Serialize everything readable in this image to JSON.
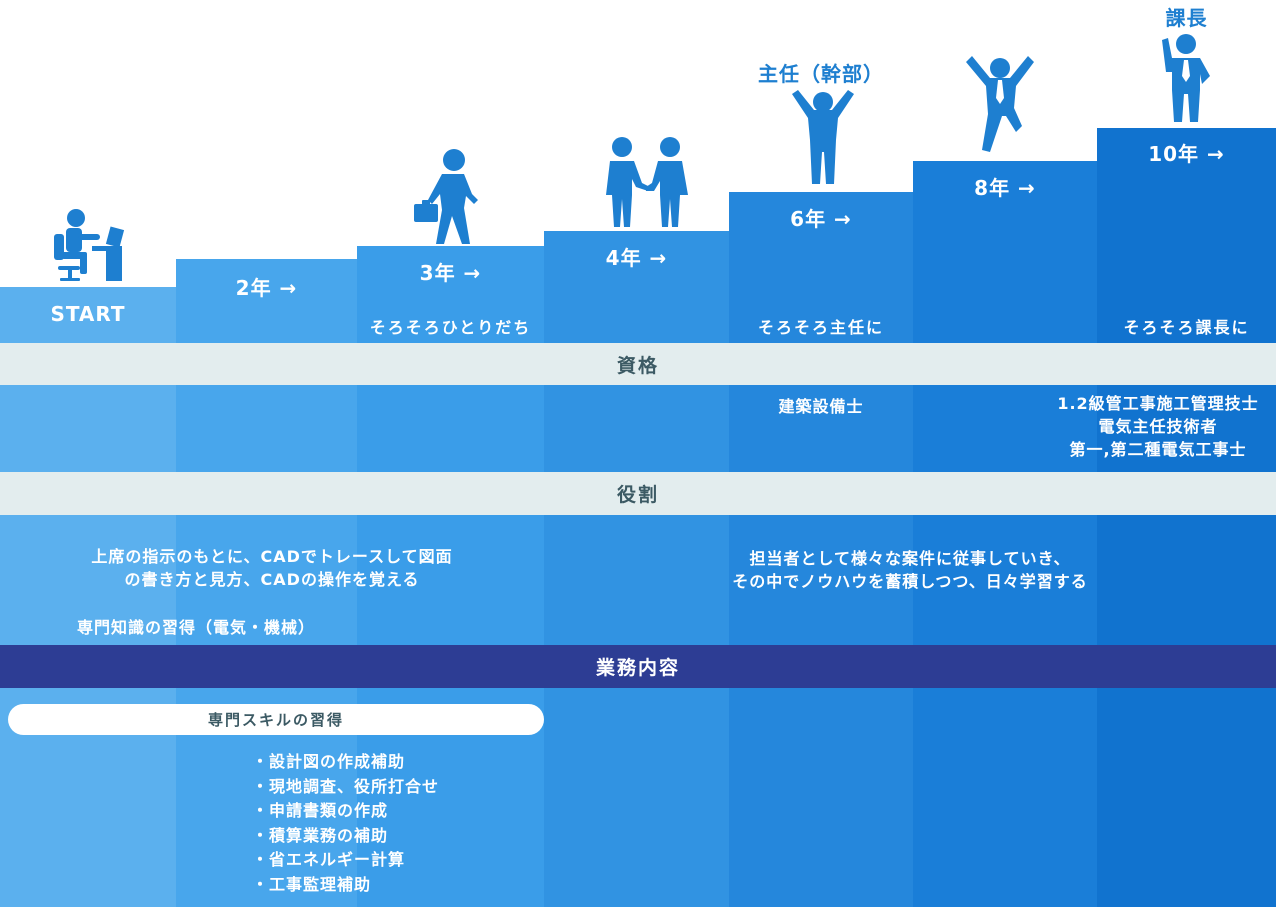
{
  "steps": [
    {
      "label": "START",
      "sub": ""
    },
    {
      "label": "2年 →",
      "sub": ""
    },
    {
      "label": "3年 →",
      "sub": "そろそろひとりだち"
    },
    {
      "label": "4年 →",
      "sub": ""
    },
    {
      "label": "6年 →",
      "sub": "そろそろ主任に"
    },
    {
      "label": "8年 →",
      "sub": ""
    },
    {
      "label": "10年 →",
      "sub": "そろそろ課長に"
    }
  ],
  "titles": {
    "shunin": "主任（幹部）",
    "kacho": "課長"
  },
  "sections": {
    "shikaku": "資格",
    "yakuwari": "役割",
    "gyomu": "業務内容"
  },
  "qualifications": {
    "year6": "建築設備士",
    "year10": [
      "1.2級管工事施工管理技士",
      "電気主任技術者",
      "第一,第二種電気工事士"
    ]
  },
  "roles": {
    "early": [
      "上席の指示のもとに、CADでトレースして図面",
      "の書き方と見方、CADの操作を覚える"
    ],
    "early_extra": "専門知識の習得（電気・機械）",
    "later": [
      "担当者として様々な案件に従事していき、",
      "その中でノウハウを蓄積しつつ、日々学習する"
    ]
  },
  "tasks": {
    "pill": "専門スキルの習得",
    "items": [
      "・設計図の作成補助",
      "・現地調査、役所打合せ",
      "・申請書類の作成",
      "・積算業務の補助",
      "・省エネルギー計算",
      "・工事監理補助"
    ]
  },
  "colors": {
    "col0": "#5bb0ee",
    "col1": "#48a6ec",
    "col2": "#3a9de9",
    "col3": "#3193e2",
    "col4": "#2587dc",
    "col5": "#1a7ed8",
    "col6": "#1173cf",
    "band_light": "#e3edee",
    "band_dark": "#2d3d94",
    "figure": "#1e7fd0"
  }
}
